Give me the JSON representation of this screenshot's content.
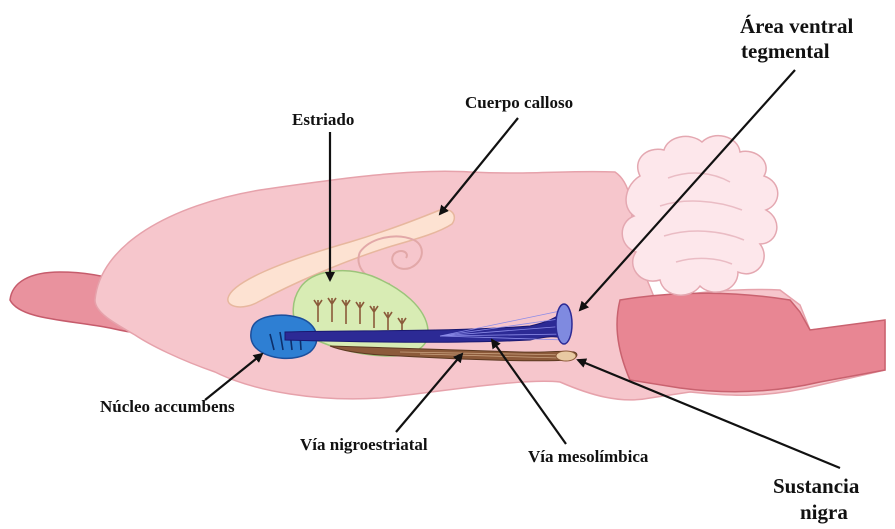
{
  "labels": {
    "cuerpo_calloso": "Cuerpo calloso",
    "estriado": "Estriado",
    "area_ventral_line1": "Área ventral",
    "area_ventral_line2": "tegmental",
    "nucleo_accumbens": "Núcleo accumbens",
    "via_nigroestriatal": "Vía nigroestriatal",
    "via_mesolimbica": "Vía mesolímbica",
    "sustancia_line1": "Sustancia",
    "sustancia_line2": "nigra"
  },
  "colors": {
    "brain_pink": "#f6c6cc",
    "brain_dark_pink": "#e3808e",
    "cerebellum": "#fde6ea",
    "corpus_callosum": "#fce3d4",
    "striatum": "#d6ecb0",
    "accumbens": "#2f7fd1",
    "pathway_blue": "#2a2790",
    "pathway_brown": "#8a5a3a",
    "arrow": "#111111"
  }
}
